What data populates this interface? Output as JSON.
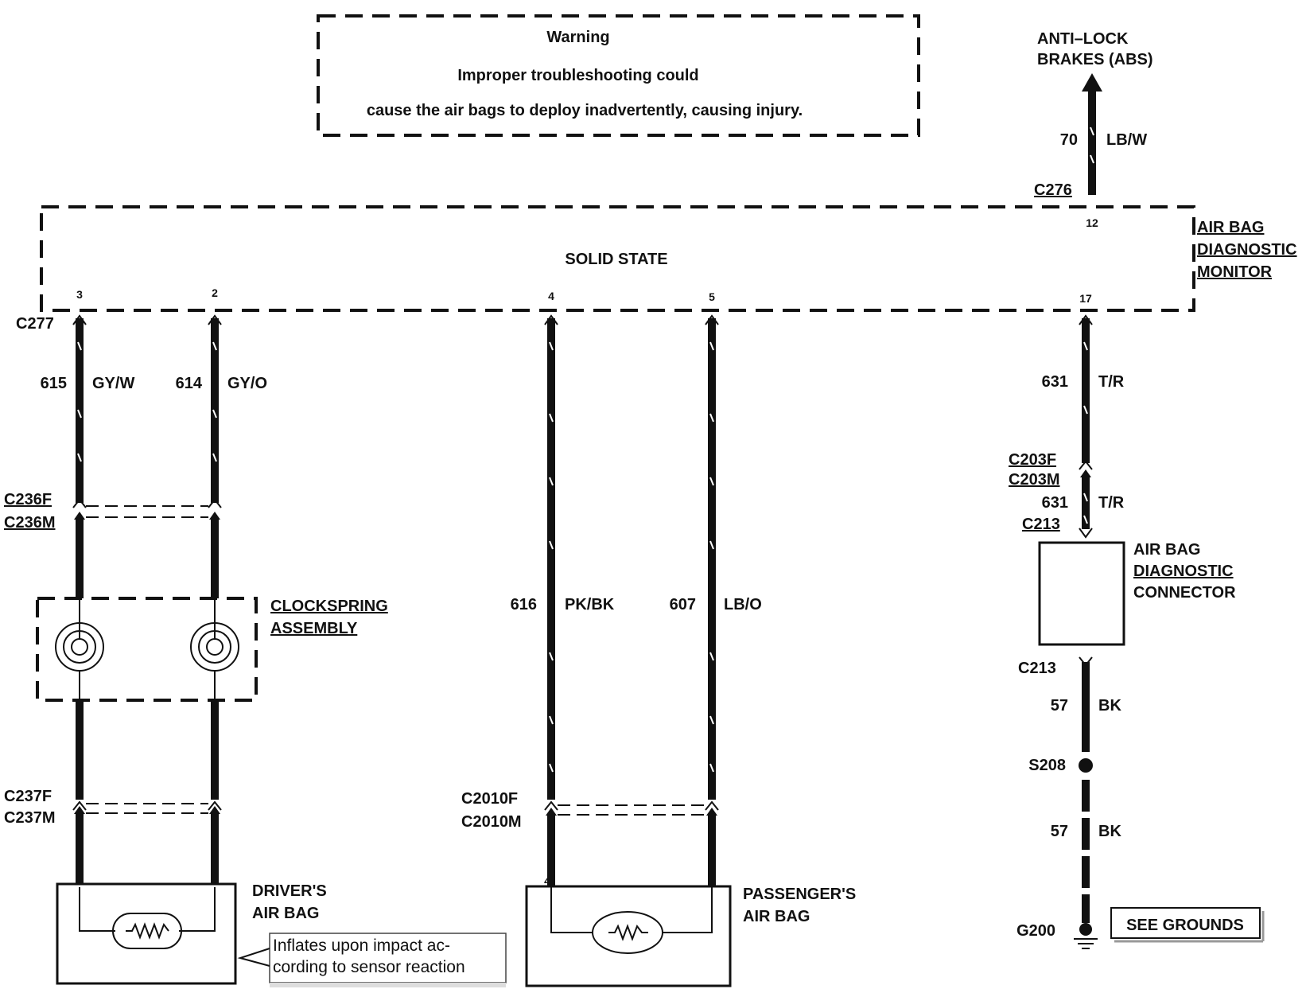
{
  "warning": {
    "title": "Warning",
    "line1": "Improper  troubleshooting  could",
    "line2": "cause the air bags to  deploy inadvertently, causing injury."
  },
  "abs": {
    "line1": "ANTI–LOCK",
    "line2": "BRAKES (ABS)"
  },
  "abs_wire": {
    "circuit": "70",
    "color": "LB/W",
    "connector": "C276"
  },
  "monitor": {
    "body": "SOLID STATE",
    "name_line1": "AIR BAG",
    "name_line2": "DIAGNOSTIC",
    "name_line3": "MONITOR",
    "pins": [
      "3",
      "2",
      "4",
      "5",
      "17",
      "12"
    ],
    "connector": "C277"
  },
  "wires": [
    {
      "circuit": "615",
      "color": "GY/W"
    },
    {
      "circuit": "614",
      "color": "GY/O"
    },
    {
      "circuit": "616",
      "color": "PK/BK"
    },
    {
      "circuit": "607",
      "color": "LB/O"
    },
    {
      "circuit": "631",
      "color": "T/R"
    }
  ],
  "connectors": {
    "c236f": "C236F",
    "c236m": "C236M",
    "c237f": "C237F",
    "c237m": "C237M",
    "c2010f": "C2010F",
    "c2010m": "C2010M",
    "c203f": "C203F",
    "c203m": "C203M",
    "c213a": "C213",
    "c213b": "C213"
  },
  "lower_631": {
    "circuit": "631",
    "color": "T/R"
  },
  "clockspring": {
    "line1": "CLOCKSPRING",
    "line2": "ASSEMBLY"
  },
  "diag_connector": {
    "line1": "AIR BAG",
    "line2": "DIAGNOSTIC",
    "line3": "CONNECTOR"
  },
  "ground_wire": {
    "circuit_a": "57",
    "color_a": "BK",
    "splice": "S208",
    "circuit_b": "57",
    "color_b": "BK",
    "ground": "G200"
  },
  "see_grounds": "SEE GROUNDS",
  "drivers_airbag": {
    "line1": "DRIVER'S",
    "line2": "AIR BAG"
  },
  "passengers_airbag": {
    "line1": "PASSENGER'S",
    "line2": "AIR BAG"
  },
  "callout": {
    "line1": "Inflates upon impact ac-",
    "line2": "cording to sensor reaction"
  }
}
